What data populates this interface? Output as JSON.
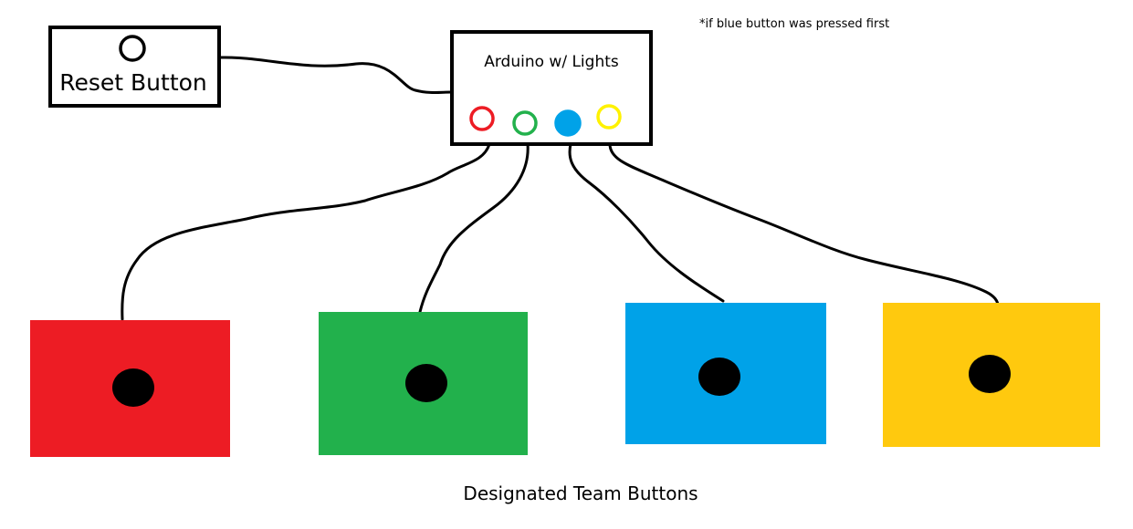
{
  "note": "*if blue button was pressed first",
  "reset": {
    "label": "Reset Button"
  },
  "arduino": {
    "label": "Arduino w/ Lights",
    "lights": [
      {
        "name": "red",
        "color": "#ed1c24",
        "lit": false
      },
      {
        "name": "green",
        "color": "#22b14c",
        "lit": false
      },
      {
        "name": "blue",
        "color": "#00a2e8",
        "lit": true
      },
      {
        "name": "yellow",
        "color": "#fff200",
        "lit": false
      }
    ]
  },
  "team_buttons": {
    "caption": "Designated Team Buttons",
    "items": [
      {
        "name": "red",
        "color": "#ed1c24"
      },
      {
        "name": "green",
        "color": "#22b14c"
      },
      {
        "name": "blue",
        "color": "#00a2e8"
      },
      {
        "name": "yellow",
        "color": "#ffc90e"
      }
    ]
  }
}
